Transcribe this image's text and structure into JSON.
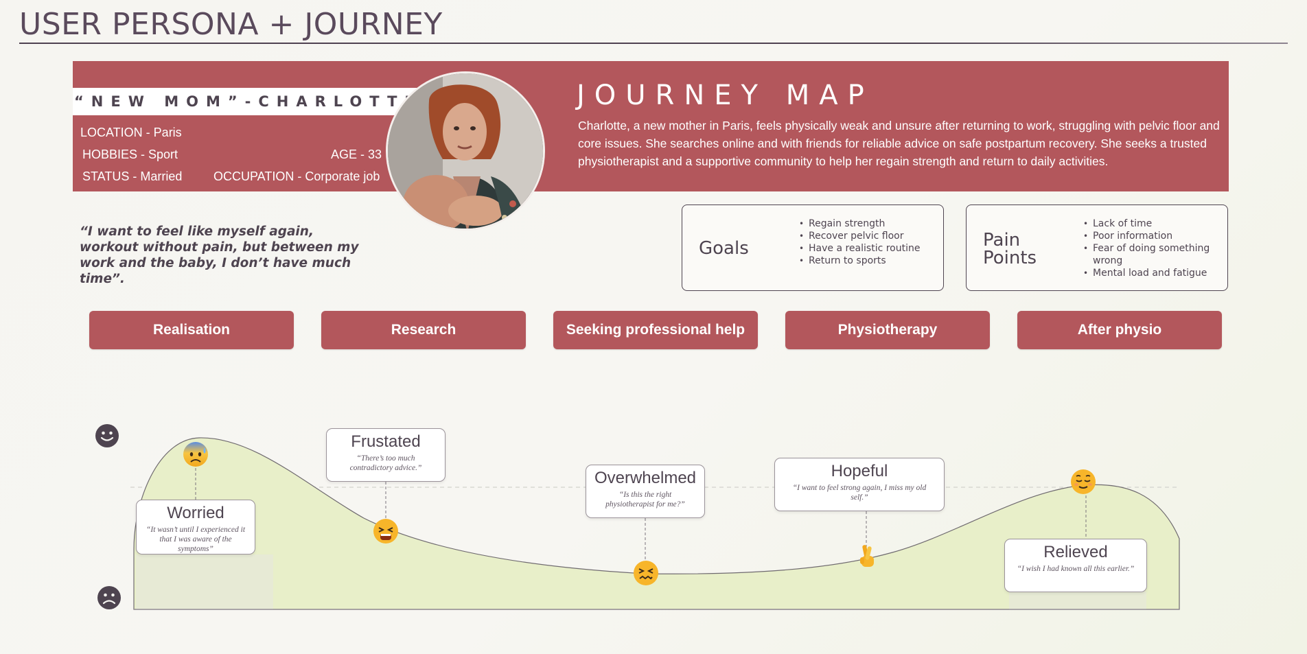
{
  "page": {
    "title": "USER PERSONA + JOURNEY"
  },
  "persona": {
    "name": "“NEW MOM”-CHARLOTTE",
    "location": "LOCATION - Paris",
    "hobbies": "HOBBIES - Sport",
    "age": "AGE - 33",
    "status": "STATUS - Married",
    "occupation": "OCCUPATION - Corporate job",
    "quote": "“I want to feel like myself again, workout without pain, but between my work and the baby, I don’t have much time”."
  },
  "journey": {
    "heading": "JOURNEY MAP",
    "description": "Charlotte, a new mother in Paris, feels physically weak and unsure after returning to work, struggling with pelvic floor and core issues. She searches online and with friends for reliable advice on safe postpartum recovery. She seeks a trusted physiotherapist and a supportive community to help her regain strength and return to daily activities."
  },
  "goals": {
    "title": "Goals",
    "items": [
      "Regain strength",
      "Recover pelvic floor",
      "Have a realistic routine",
      "Return to sports"
    ]
  },
  "pain_points": {
    "title": "Pain\nPoints",
    "items": [
      "Lack of time",
      "Poor information",
      "Fear of doing something wrong",
      "Mental load and fatigue"
    ]
  },
  "stages": [
    "Realisation",
    "Research",
    "Seeking professional help",
    "Physiotherapy",
    "After physio"
  ],
  "emotions": [
    {
      "title": "Worried",
      "quote": "“It wasn’t until I experienced it that I was aware of the symptoms”",
      "icon": "anxious-sweat-emoji"
    },
    {
      "title": "Frustated",
      "quote": "“There’s too much contradictory advice.”",
      "icon": "tired-face-emoji"
    },
    {
      "title": "Overwhelmed",
      "quote": "“Is this the right physiotherapist for me?”",
      "icon": "confounded-face-emoji"
    },
    {
      "title": "Hopeful",
      "quote": "“I want to feel strong again,  I miss my old self.”",
      "icon": "crossed-fingers-emoji"
    },
    {
      "title": "Relieved",
      "quote": "“I wish I had known all this earlier.”",
      "icon": "relieved-face-emoji"
    }
  ],
  "axis_icons": {
    "top": "happy-face-icon",
    "bottom": "sad-face-icon"
  },
  "colors": {
    "accent": "#b3575c",
    "curve_fill": "#e8efc9",
    "text": "#4e4450"
  }
}
